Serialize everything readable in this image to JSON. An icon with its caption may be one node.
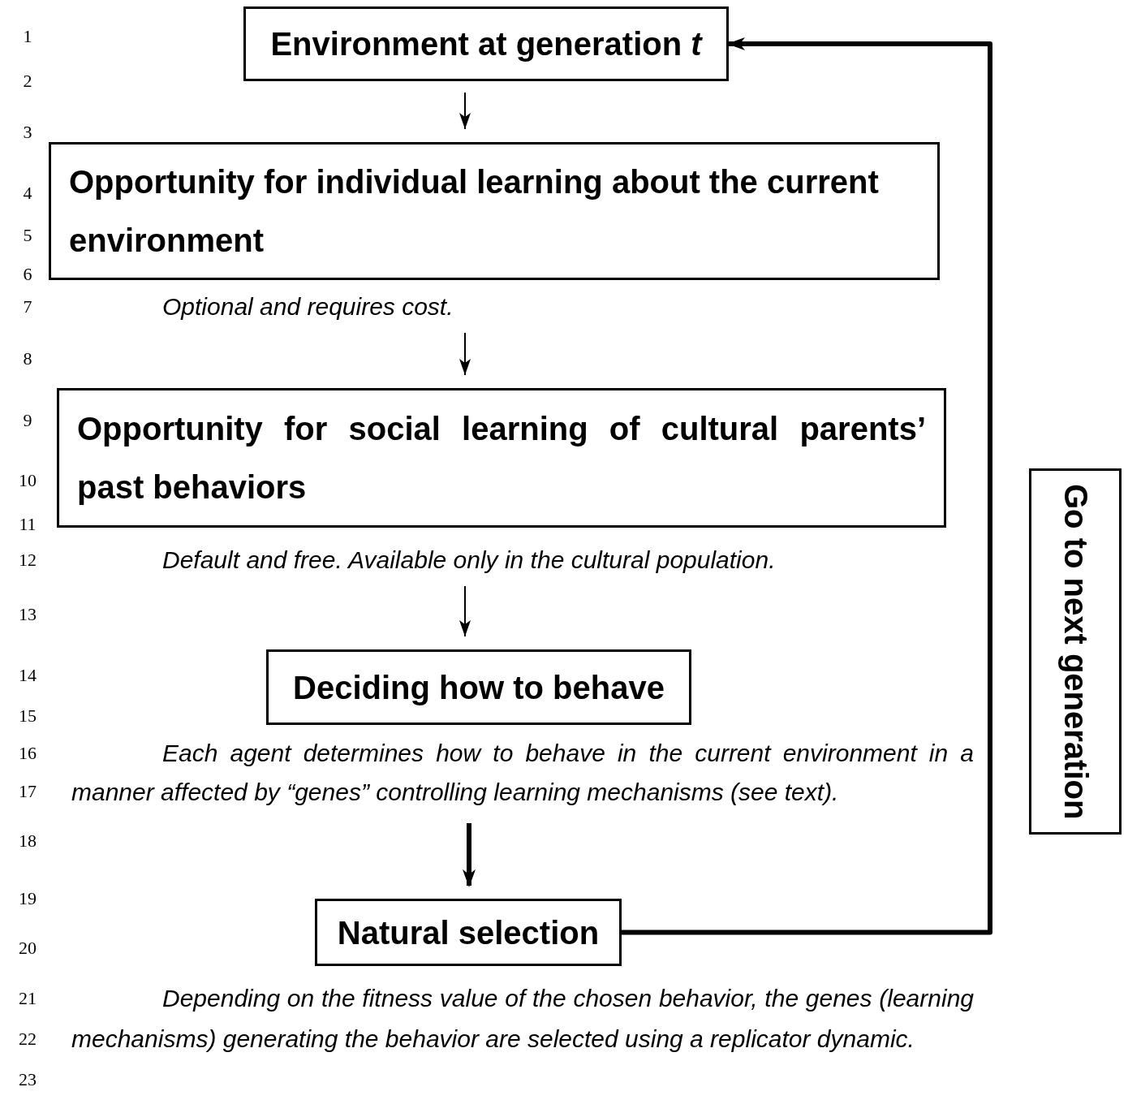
{
  "diagram": {
    "nodes": [
      {
        "text": [
          "Environment at generation *t*"
        ]
      },
      {
        "text": [
          "Opportunity for individual learning about the current environment"
        ],
        "beside": [
          "Optional and requires cost."
        ]
      },
      {
        "text": [
          "Opportunity for social learning of cultural parents’ past behaviors"
        ],
        "beside": [
          "Default and free. Available only in the cultural population."
        ]
      },
      {
        "text": [
          "Deciding how to behave"
        ],
        "beside": [
          "Each agent determines how to behave in the current environment in a manner affected by “genes” controlling learning mechanisms (see text)."
        ]
      },
      {
        "text": [
          "Natural selection"
        ],
        "beside": [
          "Depending on the fitness value of the chosen behavior, the genes (learning mechanisms) generating the behavior are selected using a replicator dynamic."
        ]
      },
      {
        "text": [
          "Go to next generation"
        ]
      }
    ],
    "edges": [
      {
        "from": 0,
        "to": 1,
        "arrow": "to"
      },
      {
        "from": 1,
        "to": 2,
        "arrow": "to"
      },
      {
        "from": 2,
        "to": 3,
        "arrow": "to"
      },
      {
        "from": 3,
        "to": 4,
        "arrow": "to",
        "style": "thick"
      },
      {
        "from": 4,
        "to": 0,
        "arrow": "to",
        "style": "thick"
      }
    ],
    "labels": [
      "1",
      "2",
      "3",
      "4",
      "5",
      "6",
      "7",
      "8",
      "9",
      "10",
      "11",
      "12",
      "13",
      "14",
      "15",
      "16",
      "17",
      "18",
      "19",
      "20",
      "21",
      "22",
      "23"
    ]
  }
}
